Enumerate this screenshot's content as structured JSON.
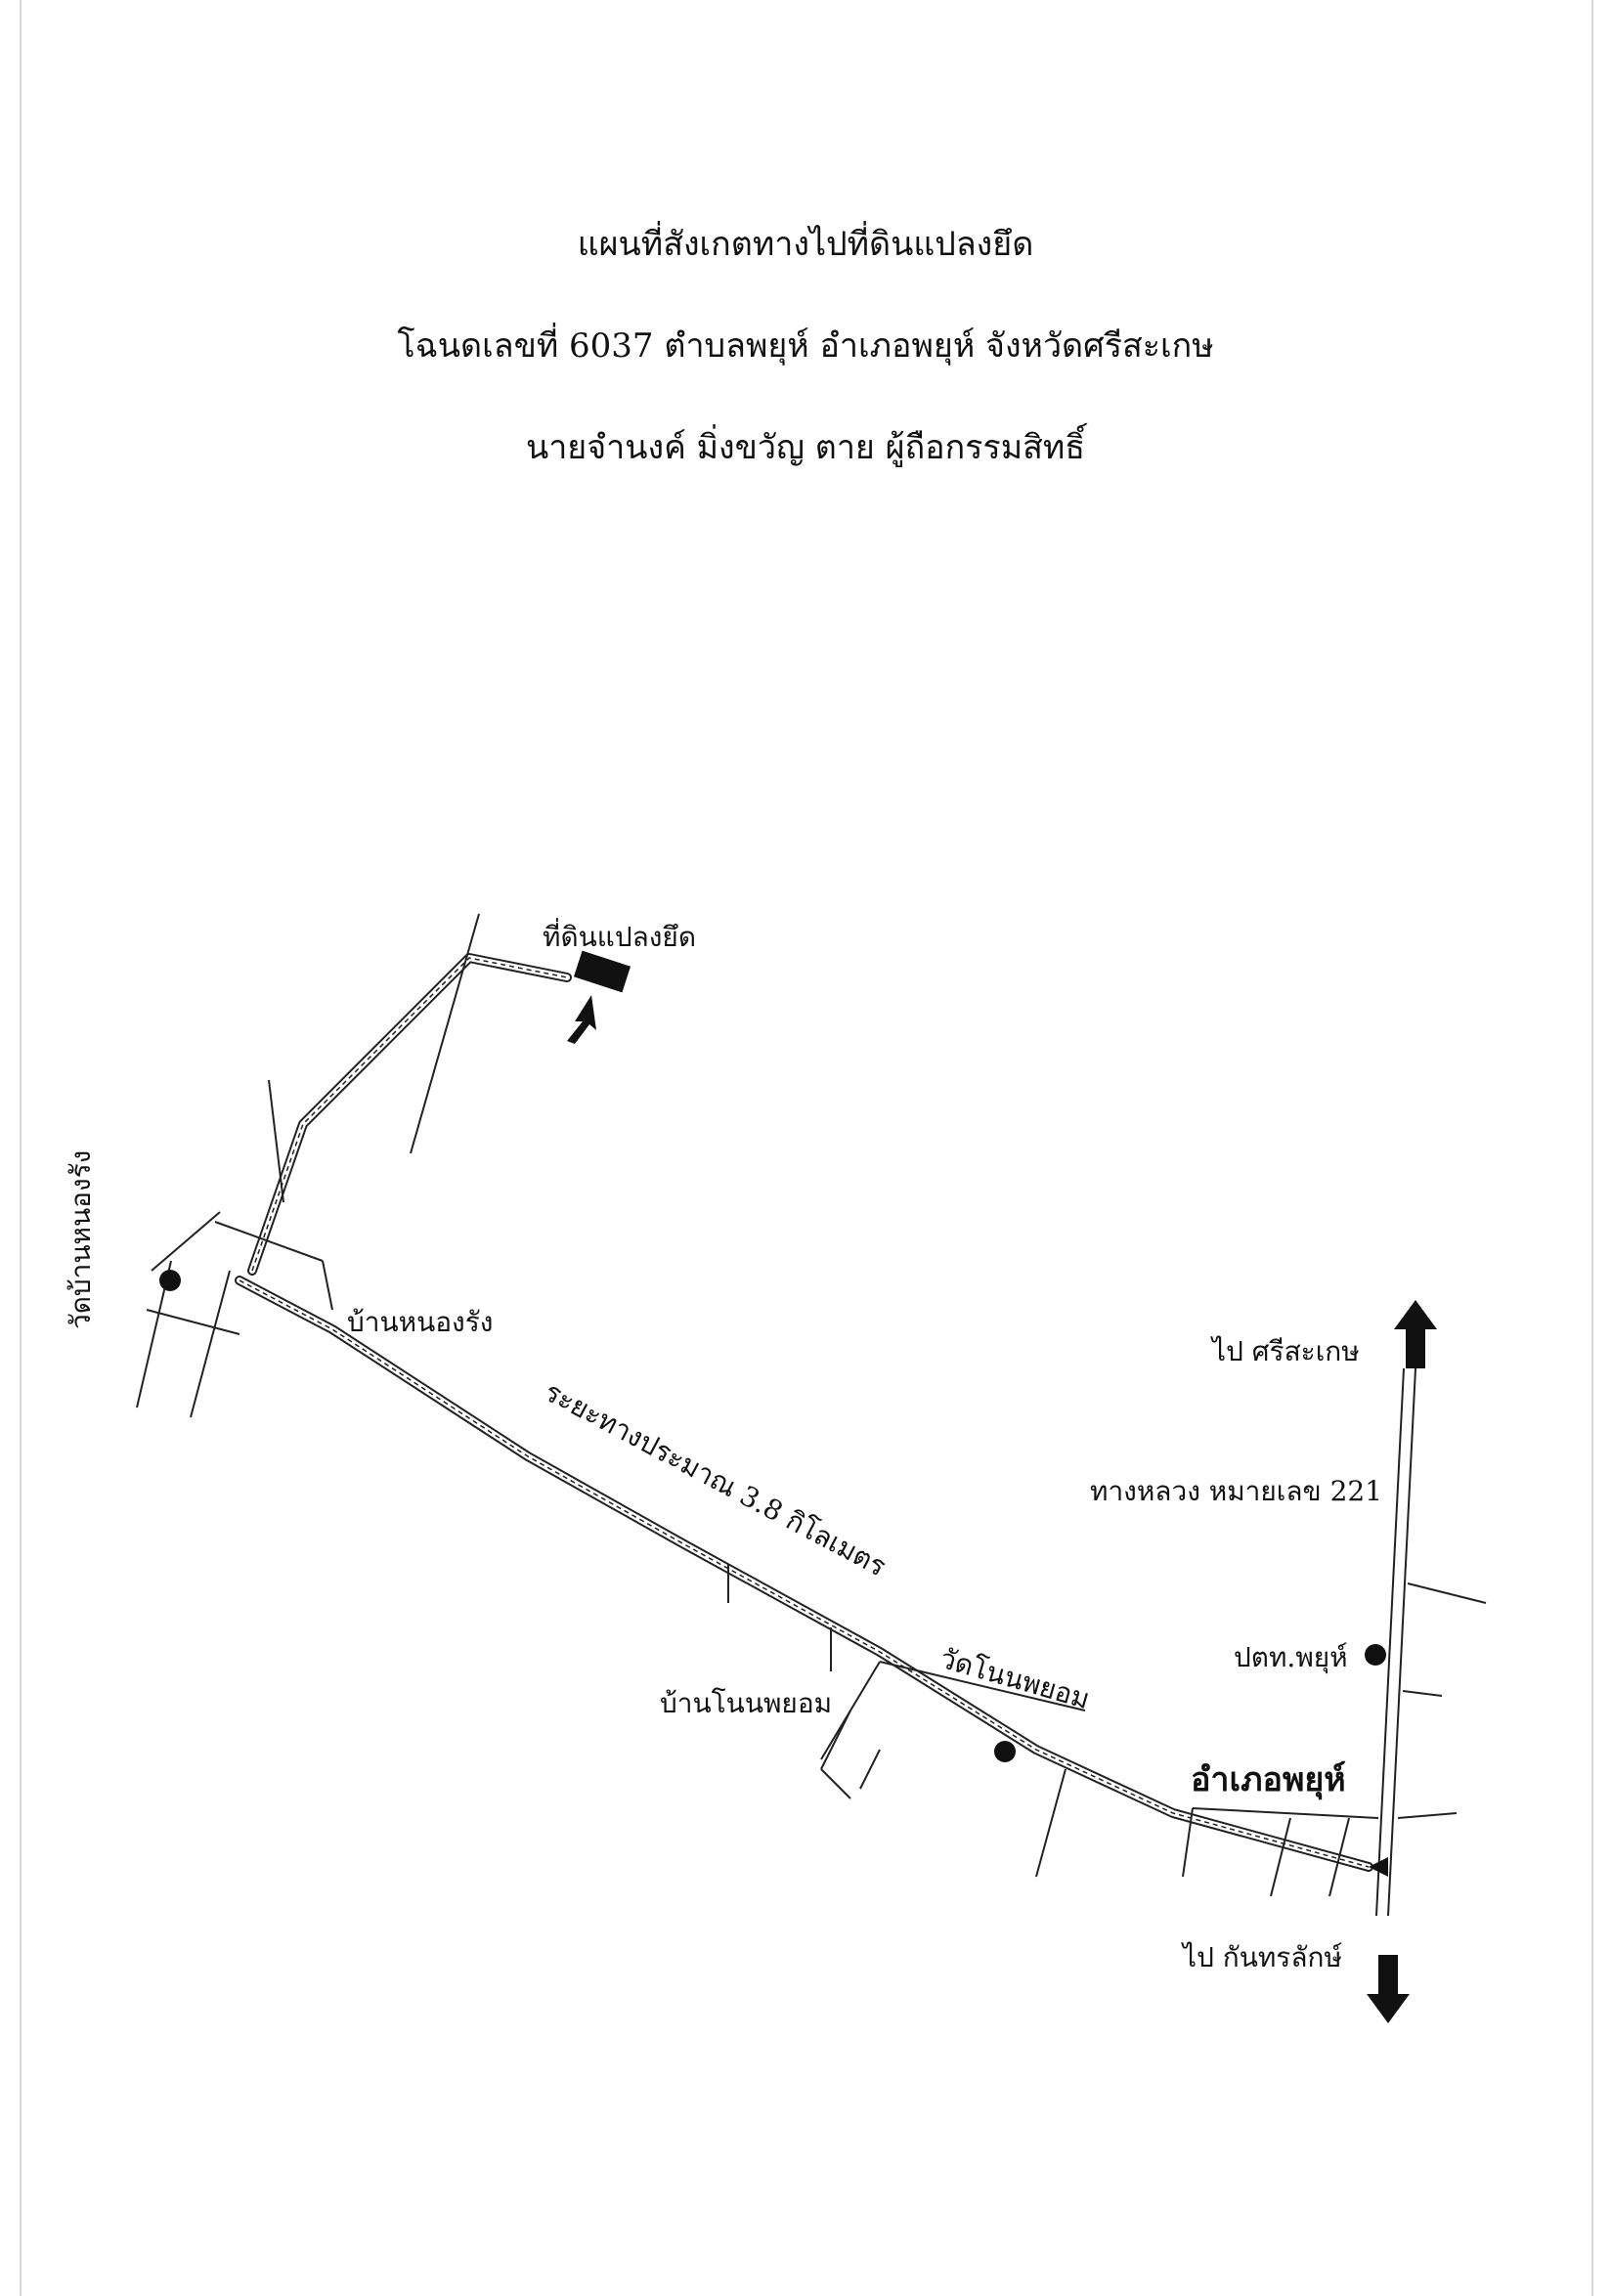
{
  "header": {
    "title": "แผนที่สังเกตทางไปที่ดินแปลงยึด",
    "deed_line": "โฉนดเลขที่ 6037 ตำบลพยุห์ อำเภอพยุห์ จังหวัดศรีสะเกษ",
    "owner_line": "นายจำนงค์ มิ่งขวัญ ตาย ผู้ถือกรรมสิทธิ์"
  },
  "map": {
    "labels": {
      "seized_land": "ที่ดินแปลงยึด",
      "wat_ban_nong_rang": "วัดบ้านหนองรัง",
      "ban_nong_rang": "บ้านหนองรัง",
      "distance": "ระยะทางประมาณ 3.8 กิโลเมตร",
      "to_sisaket": "ไป ศรีสะเกษ",
      "highway": "ทางหลวง หมายเลข 221",
      "police_station": "ปตท.พยุห์",
      "wat_non_phayom": "วัดโนนพยอม",
      "ban_non_phayom": "บ้านโนนพยอม",
      "amphoe_phayu": "อำเภอพยุห์",
      "to_kanthararak": "ไป กันทรลักษ์"
    },
    "icons": [
      "north-arrow-icon",
      "south-arrow-icon",
      "pointer-arrow-icon",
      "landmark-dot-icon",
      "land-plot-icon"
    ]
  }
}
